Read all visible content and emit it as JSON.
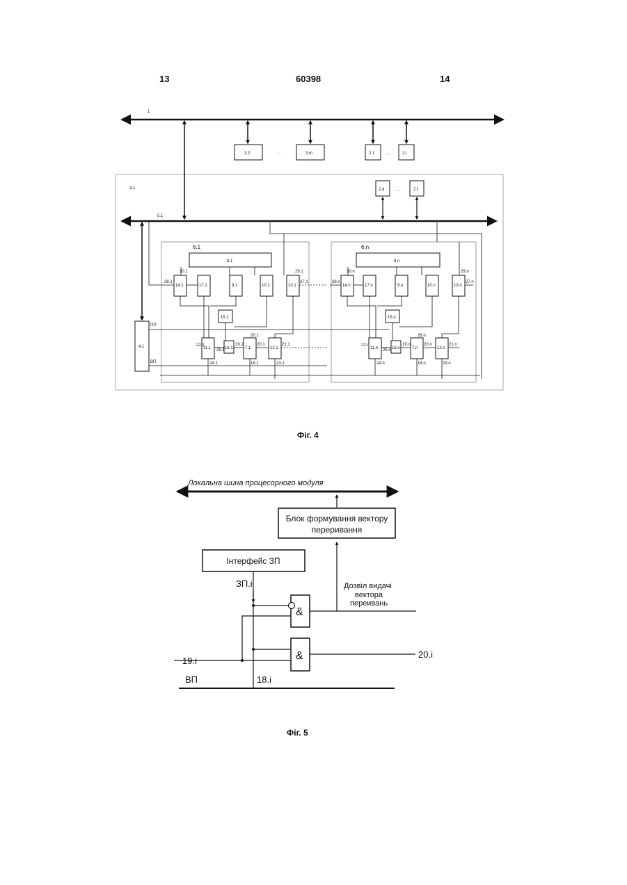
{
  "header": {
    "left": "13",
    "center": "60398",
    "right": "14"
  },
  "fig4": {
    "caption": "Фіг. 4",
    "bus_top": "1",
    "bus_local": "5.1",
    "module": "3.1",
    "cluster_1": "6.1",
    "cluster_n": "6.n",
    "top_blocks": [
      "3.2",
      "...",
      "3.m",
      "2.1",
      "...",
      "2.l"
    ],
    "local_blocks": [
      "2.d",
      "...",
      "2.f"
    ],
    "ctrl": "4.1",
    "ctrl_in": "ПП",
    "ctrl_out": "ВП",
    "row1_c1": [
      "8.1",
      "14.1",
      "17.1",
      "9.1",
      "10.1",
      "13.1"
    ],
    "row2_c1": [
      "15.1",
      "11.1",
      "16.1",
      "7.1",
      "12.1"
    ],
    "pins_c1": [
      "30.1",
      "28.1",
      "29.1",
      "27.1",
      "20.1",
      "22.1",
      "25.1",
      "19.1",
      "20.1",
      "21.1",
      "24.1",
      "18.1",
      "23.1"
    ],
    "row1_cn": [
      "8.n",
      "14.n",
      "17.n",
      "9.n",
      "10.n",
      "13.n"
    ],
    "row2_cn": [
      "15.n",
      "11.n",
      "16.n",
      "7.n",
      "12.n"
    ],
    "pins_cn": [
      "30.n",
      "28.n",
      "29.n",
      "27.n",
      "26.n",
      "22.n",
      "25.n",
      "19.n",
      "20.n",
      "21.n",
      "24.n",
      "18.n",
      "23.n"
    ]
  },
  "fig5": {
    "caption": "Фіг. 5",
    "bus_label": "Локальна шина процесорного модуля",
    "vector_block": [
      "Блок формування вектору",
      "переривання"
    ],
    "interface_block": "Інтерфейс ЗП",
    "zp_label": "ЗП.i",
    "permit_label": [
      "Дозвіл видачі",
      "вектора",
      "переивань"
    ],
    "and_symbol": "&",
    "in19": "19.i",
    "out20": "20.i",
    "vp_label": "ВП",
    "in18": "18.i"
  }
}
